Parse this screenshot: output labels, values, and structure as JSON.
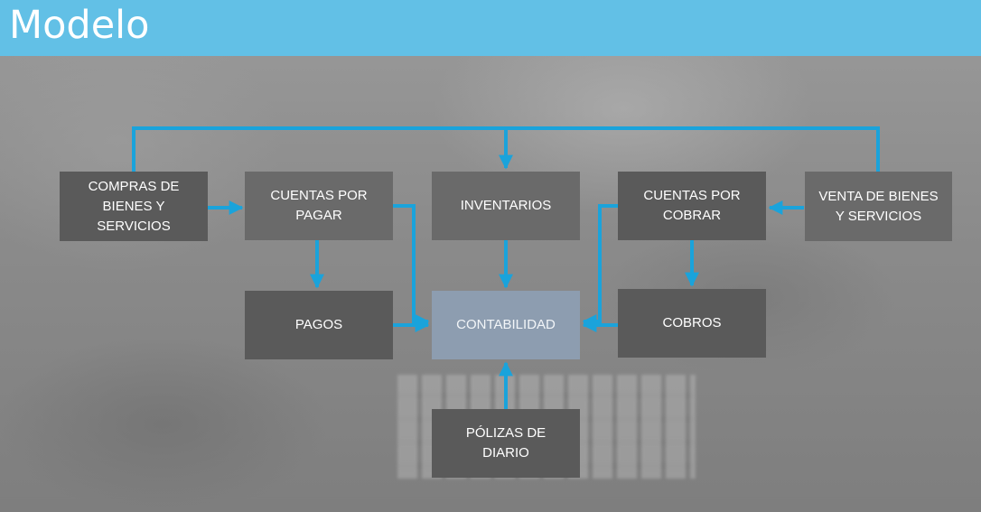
{
  "title": "Modelo",
  "colors": {
    "header": "#62c0e6",
    "arrow": "#1aa3db"
  },
  "nodes": {
    "compras": "COMPRAS DE\nBIENES Y\nSERVICIOS",
    "cuentas_pagar": "CUENTAS  POR\nPAGAR",
    "inventarios": "INVENTARIOS",
    "cuentas_cobrar": "CUENTAS  POR\nCOBRAR",
    "venta": "VENTA DE BIENES\nY SERVICIOS",
    "pagos": "PAGOS",
    "contabilidad": "CONTABILIDAD",
    "cobros": "COBROS",
    "polizas": "PÓLIZAS DE\nDIARIO"
  }
}
